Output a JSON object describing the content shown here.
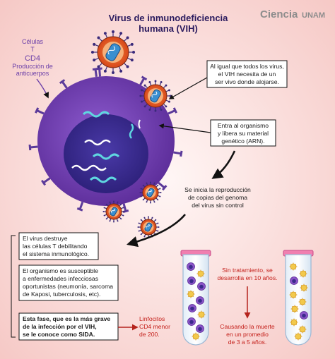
{
  "header": {
    "title_line1": "Virus de inmunodeficiencia",
    "title_line2": "humana (VIH)",
    "logo_word1": "Ciencia",
    "logo_word2": "UNAM"
  },
  "cell_label": {
    "line1": "Células",
    "line2": "T",
    "line3": "CD4",
    "line4": "Producción de",
    "line5": "anticuerpos"
  },
  "boxes": {
    "virus_need": [
      "Al igual que todos los virus,",
      "el VIH necesita de un",
      "ser vivo donde alojarse."
    ],
    "enters": [
      "Entra al organismo",
      "y libera su material",
      "genético (ARN)."
    ],
    "replication": [
      "Se inicia la reproducción",
      "de copias del genoma",
      "del virus sin control"
    ],
    "destroys": [
      "El virus destruye",
      "las células T debilitando",
      "el sistema inmunológico."
    ],
    "susceptible": [
      "El organismo es susceptible",
      "a enfermedades infecciosas",
      "oportunistas (neumonía, sarcoma",
      "de Kaposi, tuberculosis, etc)."
    ],
    "aids": [
      "Esta fase, que es la más grave",
      "de la infección por el VIH,",
      "se le conoce como SIDA."
    ]
  },
  "lymphocytes": [
    "Linfocitos",
    "CD4 menor",
    "de 200."
  ],
  "untreated": [
    "Sin tratamiento, se",
    "desarrolla en 10 años."
  ],
  "death": [
    "Causando la muerte",
    "en un promedio",
    "de 3 a 5 años."
  ],
  "colors": {
    "background": "#fce4e2",
    "cell": "#6a34a8",
    "nucleus": "#3b2a8c",
    "virus_ring": "#e2541e",
    "virus_core": "#3a8fd0",
    "red_text": "#c4201b",
    "title": "#2a1a5e"
  }
}
